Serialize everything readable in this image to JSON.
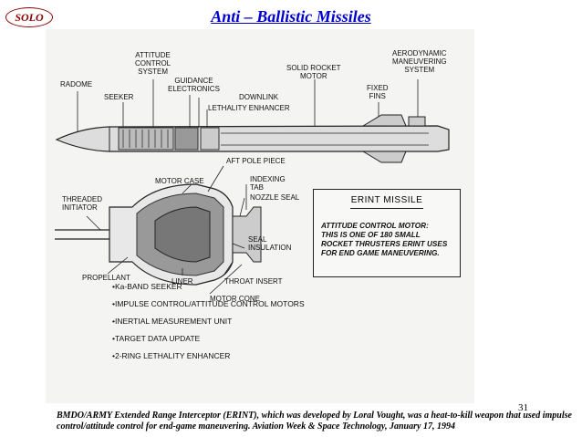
{
  "header": {
    "logo_text": "SOLO",
    "title": "Anti – Ballistic Missiles"
  },
  "missile_labels": {
    "radome": "RADOME",
    "seeker": "SEEKER",
    "attitude_control": [
      "ATTITUDE",
      "CONTROL",
      "SYSTEM"
    ],
    "guidance": [
      "GUIDANCE",
      "ELECTRONICS"
    ],
    "downlink": "DOWNLINK",
    "lethality": "LETHALITY ENHANCER",
    "rocket_motor": [
      "SOLID ROCKET",
      "MOTOR"
    ],
    "fixed_fins": [
      "FIXED",
      "FINS"
    ],
    "aero": [
      "AERODYNAMIC",
      "MANEUVERING",
      "SYSTEM"
    ]
  },
  "motor_labels": {
    "aft_pole": "AFT POLE PIECE",
    "motor_case": "MOTOR CASE",
    "indexing_tab": [
      "INDEXING",
      "TAB"
    ],
    "nozzle_seal": "NOZZLE SEAL",
    "threaded_initiator": [
      "THREADED",
      "INITIATOR"
    ],
    "seal_insulation": [
      "SEAL",
      "INSULATION"
    ],
    "propellant": "PROPELLANT",
    "liner": "LINER",
    "throat_insert": "THROAT INSERT",
    "motor_cone": "MOTOR CONE"
  },
  "erint_box": {
    "title": "ERINT MISSILE",
    "lines": [
      "ATTITUDE CONTROL MOTOR:",
      "THIS IS ONE OF 180 SMALL",
      "ROCKET THRUSTERS ERINT USES",
      "FOR END GAME MANEUVERING."
    ]
  },
  "features": [
    "Ka-BAND SEEKER",
    "IMPULSE CONTROL/ATTITUDE CONTROL MOTORS",
    "INERTIAL MEASUREMENT UNIT",
    "TARGET DATA UPDATE",
    "2-RING LETHALITY ENHANCER"
  ],
  "page_number": "31",
  "caption": "BMDO/ARMY Extended Range Interceptor (ERINT), which was developed by Loral Vought, was a heat-to-kill weapon that used impulse control/attitude control for end-game maneuvering. Aviation Week & Space Technology, January 17, 1994"
}
